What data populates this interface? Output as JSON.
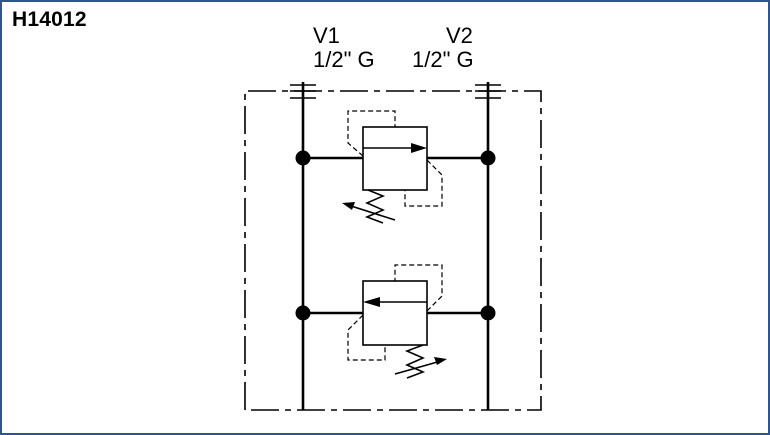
{
  "diagram": {
    "code": "H14012",
    "type": "hydraulic schematic - dual pressure relief valve block",
    "ports": [
      {
        "name": "V1",
        "size": "1/2\" G"
      },
      {
        "name": "V2",
        "size": "1/2\" G"
      }
    ],
    "components": [
      {
        "id": "upper-relief-valve",
        "kind": "pressure relief valve",
        "flow_direction": "V1 to V2",
        "adjustable_spring": true
      },
      {
        "id": "lower-relief-valve",
        "kind": "pressure relief valve",
        "flow_direction": "V2 to V1",
        "adjustable_spring": true
      }
    ],
    "colors": {
      "frame_border": "#2f5590",
      "line": "#000000",
      "background": "#ffffff"
    }
  }
}
